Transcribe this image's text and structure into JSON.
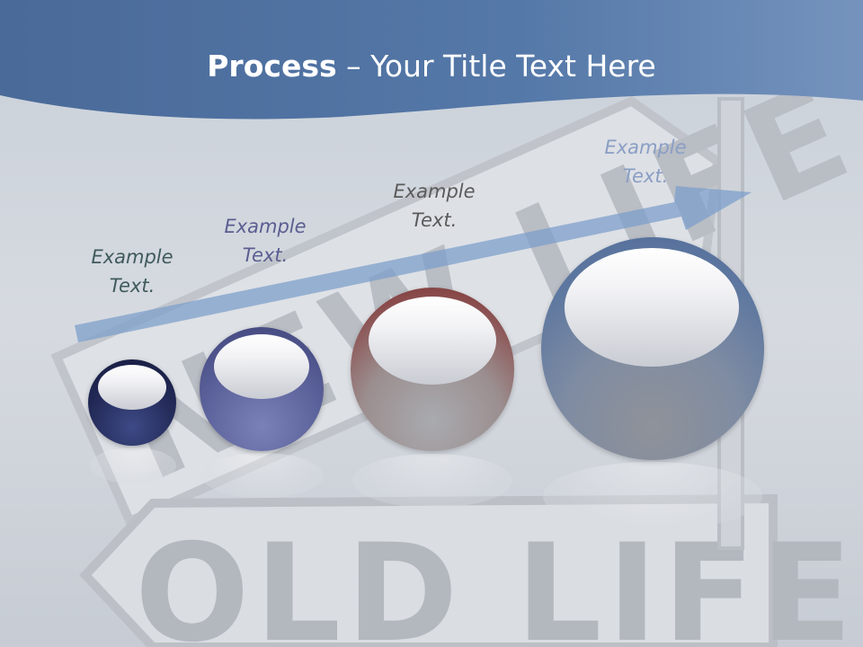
{
  "slide": {
    "title_bold": "Process",
    "title_rest": " – Your Title Text Here"
  },
  "steps": [
    {
      "label_line1": "Example",
      "label_line2": "Text.",
      "color": "#2f3c6b"
    },
    {
      "label_line1": "Example",
      "label_line2": "Text.",
      "color": "#5a6296"
    },
    {
      "label_line1": "Example",
      "label_line2": "Text.",
      "color": "#8c4a4a"
    },
    {
      "label_line1": "Example",
      "label_line2": "Text.",
      "color": "#5b7399"
    }
  ],
  "background_sign": {
    "upper_text": "NEW LIFE",
    "lower_text": "OLD LIFE"
  },
  "colors": {
    "header": "#4f6f9c",
    "arrow": "#7e9fcb",
    "label_1": "#3f5a5a",
    "label_2": "#5b5e90",
    "label_3": "#5a5a5a",
    "label_4": "#8a9ec4"
  }
}
